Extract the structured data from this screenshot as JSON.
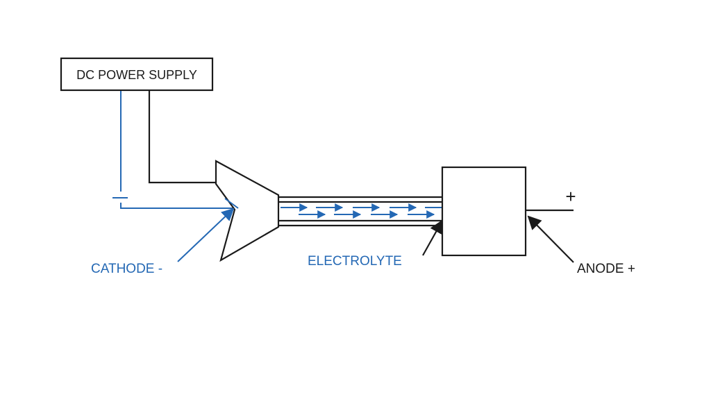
{
  "power_supply": {
    "label": "DC POWER SUPPLY"
  },
  "labels": {
    "cathode": "CATHODE -",
    "electrolyte": "ELECTROLYTE",
    "anode": "ANODE +",
    "plus_sign": "+"
  },
  "colors": {
    "line": "#1a1a1a",
    "accent": "#2468b4",
    "background": "#ffffff"
  }
}
